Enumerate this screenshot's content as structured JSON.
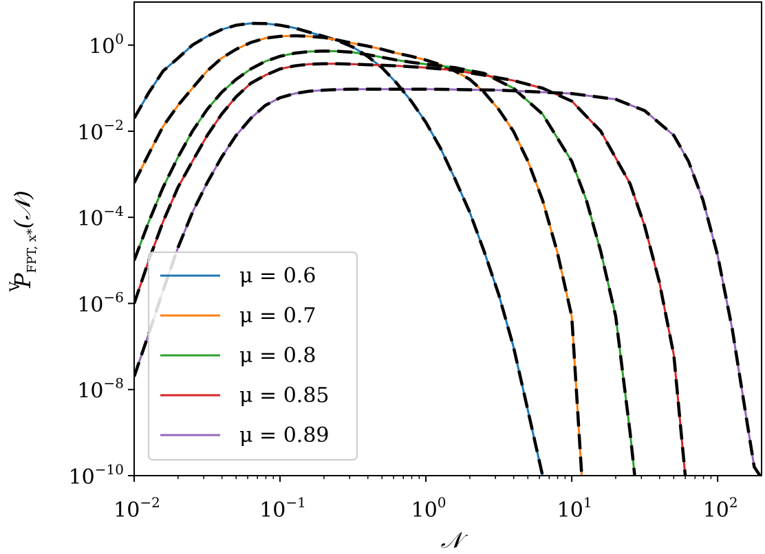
{
  "chart_data": {
    "type": "line",
    "xlabel": "𝒩",
    "ylabel": "P",
    "ylabel_superscript": "V",
    "ylabel_subscript": "FPT, x*",
    "ylabel_argument": "(𝒩)",
    "x_scale": "log",
    "y_scale": "log",
    "xlim": [
      0.01,
      200
    ],
    "ylim": [
      1e-10,
      10
    ],
    "x_ticks": [
      0.01,
      0.1,
      1,
      10,
      100
    ],
    "x_tick_labels": [
      {
        "base": "10",
        "exp": "−2"
      },
      {
        "base": "10",
        "exp": "−1"
      },
      {
        "base": "10",
        "exp": "0"
      },
      {
        "base": "10",
        "exp": "1"
      },
      {
        "base": "10",
        "exp": "2"
      }
    ],
    "y_ticks": [
      1e-10,
      1e-08,
      1e-06,
      0.0001,
      0.01,
      1
    ],
    "y_tick_labels": [
      {
        "base": "10",
        "exp": "−10"
      },
      {
        "base": "10",
        "exp": "−8"
      },
      {
        "base": "10",
        "exp": "−6"
      },
      {
        "base": "10",
        "exp": "−4"
      },
      {
        "base": "10",
        "exp": "−2"
      },
      {
        "base": "10",
        "exp": "0"
      }
    ],
    "legend_placement": "lower-left",
    "overlay": "black dashed analytic curve over each series",
    "series": [
      {
        "name": "μ = 0.6",
        "color": "#1f77b4",
        "x": [
          0.01,
          0.0126,
          0.0158,
          0.02,
          0.0251,
          0.0316,
          0.0398,
          0.05,
          0.0631,
          0.0794,
          0.1,
          0.126,
          0.158,
          0.2,
          0.251,
          0.316,
          0.398,
          0.5,
          0.631,
          0.794,
          1.0,
          1.26,
          1.58,
          2.0,
          2.51,
          3.16,
          3.98,
          5.01,
          6.31
        ],
        "y": [
          0.02,
          0.079,
          0.25,
          0.5,
          1.0,
          1.6,
          2.3,
          2.9,
          3.2,
          3.16,
          2.9,
          2.5,
          2.0,
          1.6,
          1.25,
          0.9,
          0.55,
          0.3,
          0.13,
          0.05,
          0.016,
          0.004,
          0.00079,
          0.00013,
          1.6e-05,
          1.6e-06,
          1e-07,
          3.2e-09,
          1e-10
        ]
      },
      {
        "name": "μ = 0.7",
        "color": "#ff7f0e",
        "x": [
          0.01,
          0.0126,
          0.0158,
          0.02,
          0.0251,
          0.0316,
          0.0398,
          0.05,
          0.0631,
          0.0794,
          0.1,
          0.126,
          0.158,
          0.2,
          0.251,
          0.316,
          0.398,
          0.5,
          0.631,
          0.794,
          1.0,
          1.26,
          1.58,
          2.0,
          2.51,
          3.16,
          3.98,
          5.01,
          6.31,
          7.94,
          10,
          11.7
        ],
        "y": [
          0.00063,
          0.003,
          0.013,
          0.04,
          0.1,
          0.25,
          0.5,
          0.8,
          1.15,
          1.45,
          1.6,
          1.65,
          1.6,
          1.5,
          1.3,
          1.1,
          0.95,
          0.8,
          0.65,
          0.55,
          0.45,
          0.35,
          0.25,
          0.16,
          0.08,
          0.032,
          0.01,
          0.002,
          0.00025,
          1.6e-05,
          5e-07,
          1e-10
        ]
      },
      {
        "name": "μ = 0.8",
        "color": "#2ca02c",
        "x": [
          0.01,
          0.0126,
          0.0158,
          0.02,
          0.0251,
          0.0316,
          0.0398,
          0.05,
          0.0631,
          0.0794,
          0.1,
          0.126,
          0.158,
          0.2,
          0.251,
          0.316,
          0.398,
          0.5,
          0.631,
          0.794,
          1.0,
          1.58,
          2.51,
          3.98,
          6.31,
          10,
          12.6,
          15.8,
          20,
          25.1,
          27
        ],
        "y": [
          1e-05,
          7.9e-05,
          0.0005,
          0.0025,
          0.01,
          0.032,
          0.08,
          0.16,
          0.28,
          0.42,
          0.55,
          0.65,
          0.71,
          0.73,
          0.72,
          0.68,
          0.6,
          0.52,
          0.45,
          0.4,
          0.36,
          0.3,
          0.22,
          0.1,
          0.025,
          0.002,
          0.00025,
          1.6e-05,
          5e-07,
          1e-09,
          1e-10
        ]
      },
      {
        "name": "μ = 0.85",
        "color": "#d62728",
        "x": [
          0.01,
          0.0126,
          0.0158,
          0.02,
          0.0251,
          0.0316,
          0.0398,
          0.05,
          0.0631,
          0.0794,
          0.1,
          0.126,
          0.158,
          0.2,
          0.251,
          0.316,
          0.631,
          1.0,
          1.58,
          2.51,
          3.98,
          6.31,
          10,
          15.8,
          25.1,
          31.6,
          39.8,
          50.1,
          56.2,
          60
        ],
        "y": [
          1e-06,
          1e-05,
          8e-05,
          0.0005,
          0.002,
          0.0079,
          0.025,
          0.063,
          0.13,
          0.2,
          0.28,
          0.33,
          0.36,
          0.37,
          0.37,
          0.36,
          0.33,
          0.3,
          0.26,
          0.2,
          0.15,
          0.1,
          0.05,
          0.01,
          0.0006,
          6.3e-05,
          3.2e-06,
          6.3e-08,
          1e-09,
          1e-10
        ]
      },
      {
        "name": "μ = 0.89",
        "color": "#9467bd",
        "x": [
          0.01,
          0.0126,
          0.0158,
          0.02,
          0.0251,
          0.0316,
          0.0398,
          0.05,
          0.0631,
          0.0794,
          0.1,
          0.126,
          0.158,
          0.2,
          0.251,
          0.316,
          1.0,
          3.16,
          10,
          20,
          31.6,
          50.1,
          63.1,
          79.4,
          100,
          126,
          158,
          178,
          195
        ],
        "y": [
          2e-08,
          2e-07,
          2e-06,
          2e-05,
          0.00013,
          0.00063,
          0.0025,
          0.008,
          0.02,
          0.04,
          0.06,
          0.075,
          0.085,
          0.09,
          0.093,
          0.095,
          0.095,
          0.09,
          0.075,
          0.055,
          0.03,
          0.008,
          0.002,
          0.00025,
          1.3e-05,
          2.5e-07,
          2e-09,
          1.6e-10,
          1e-10
        ]
      }
    ]
  }
}
